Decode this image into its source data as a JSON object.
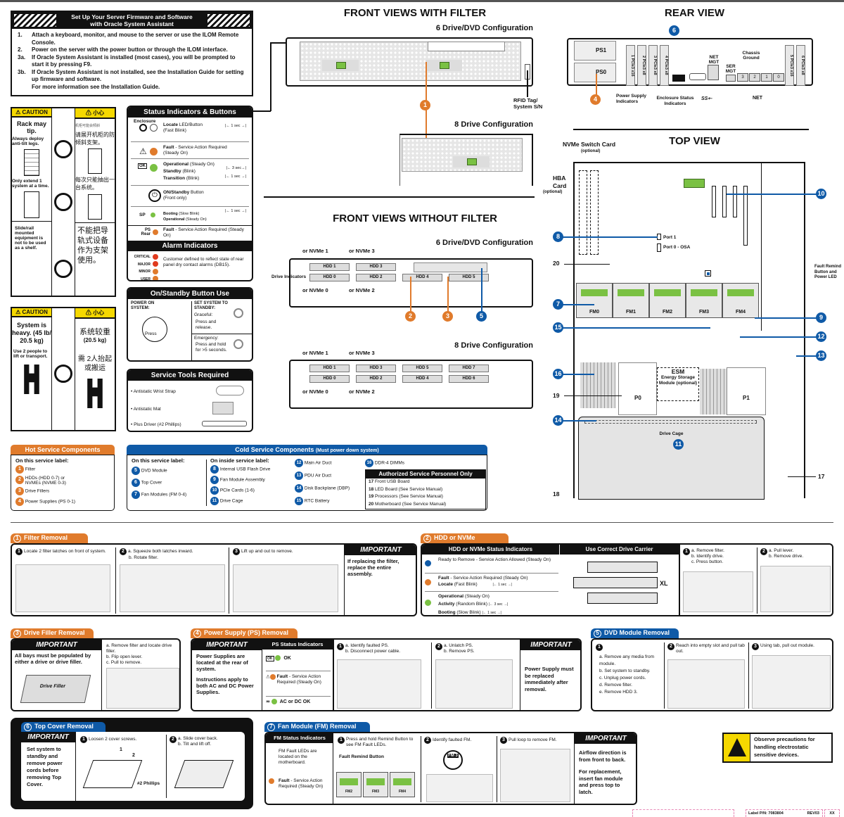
{
  "setup": {
    "title_line1": "Set Up Your Server Firmware and Software",
    "title_line2": "with Oracle System Assistant",
    "steps": [
      {
        "num": "1.",
        "text": "Attach a keyboard, monitor, and mouse to the server or use the ILOM Remote Console."
      },
      {
        "num": "2.",
        "text": "Power on the server with the power button or through the ILOM interface."
      },
      {
        "num": "3a.",
        "text": "If Oracle System Assistant is installed (most cases), you will be prompted to start it by pressing F9."
      },
      {
        "num": "3b.",
        "text": "If Oracle System Assistant is not installed, see the Installation Guide for setting up firmware and software."
      },
      {
        "num": "",
        "text": "For more information see the Installation Guide."
      }
    ]
  },
  "caution_rack": {
    "en_header": "⚠ CAUTION",
    "cn_header": "⚠ 小心",
    "en_title": "Rack may tip.",
    "en_deploy": "Always deploy anti-tilt legs.",
    "en_extend": "Only extend 1 system at a time.",
    "en_shelf": "Slide/rail mounted equipment is not to be used as a shelf.",
    "cn_small": "机柜可能会倾斜",
    "cn_deploy": "请展开机柜的防倾斜支架。",
    "cn_extend": "每次只能抽出一台系统。",
    "cn_shelf": "不能把导轨式设备作为支架使用。",
    "one_label": "1"
  },
  "caution_heavy": {
    "en_header": "⚠ CAUTION",
    "cn_header": "⚠ 小心",
    "en_title": "System is heavy. (45 lb/ 20.5 kg)",
    "en_note": "Use 2 people to lift or transport.",
    "cn_title": "系统较重",
    "cn_weight": "(20.5 kg)",
    "cn_note": "需 2人抬起或搬运"
  },
  "status_panel": {
    "title": "Status Indicators & Buttons",
    "enclosure_label": "Enclosure",
    "rows": [
      {
        "bold": "Locate",
        "text": " LED/Button",
        "sub": "(Fast Blink)",
        "timing": "|← 1 sec →|"
      },
      {
        "bold": "Fault",
        "text": " - Service Action Required",
        "sub": "(Steady On)"
      },
      {
        "bold": "Operational",
        "text": " (Steady On)",
        "sub_bold1": "Standby",
        "sub1": " (Blink)",
        "sub_bold2": "Transition",
        "sub2": " (Blink)",
        "timing1": "|← 3 sec→|",
        "timing2": "|← 1 sec →|"
      },
      {
        "bold": "ON/Standby",
        "text": " Button",
        "sub": "(Front only)"
      },
      {
        "label": "SP",
        "bold": "Booting",
        "text": " (Slow Blink)",
        "sub_bold": "Operational",
        "sub": " (Steady On)",
        "timing": "|← 1 sec →|"
      }
    ],
    "ps_label": "PS Rear",
    "ps_bold": "Fault",
    "ps_text": " - Service Action Required (Steady On)",
    "alarm_title": "Alarm Indicators",
    "alarms": [
      "CRITICAL",
      "MAJOR",
      "MINOR",
      "USER"
    ],
    "alarm_text": "Customer defined to reflect state of rear panel dry contact alarms (DB15).",
    "ok_label": "OK"
  },
  "onstandby": {
    "title": "On/Standby Button Use",
    "power_on": "POWER ON SYSTEM:",
    "press": "Press",
    "set_standby": "SET SYSTEM TO STANDBY:",
    "graceful": "Graceful:",
    "graceful_text": "Press and release.",
    "emergency": "Emergency:",
    "emergency_text": "Press and hold for >5 seconds."
  },
  "tools": {
    "title": "Service Tools Required",
    "items": [
      "• Antistatic Wrist Strap",
      "• Antistatic Mat",
      "• Plus Driver (#2 Phillips)"
    ]
  },
  "hot": {
    "title": "Hot Service Components",
    "subtitle": "On this service label:",
    "items": [
      {
        "n": "1",
        "label": "Filter"
      },
      {
        "n": "2",
        "label": "HDDs (HDD 0-7) or NVMEs (NVME 0-3)"
      },
      {
        "n": "3",
        "label": "Drive Fillers"
      },
      {
        "n": "4",
        "label": "Power Supplies (PS 0-1)"
      }
    ]
  },
  "cold": {
    "title": "Cold Service Components",
    "title_note": "(Must power down system)",
    "col1_title": "On this service label:",
    "col1": [
      {
        "n": "5",
        "label": "DVD Module"
      },
      {
        "n": "6",
        "label": "Top Cover"
      },
      {
        "n": "7",
        "label": "Fan Modules (FM 0-4)"
      }
    ],
    "col2_title": "On inside service label:",
    "col2": [
      {
        "n": "8",
        "label": "Internal USB Flash Drive"
      },
      {
        "n": "9",
        "label": "Fan Module Assembly"
      },
      {
        "n": "10",
        "label": "PCIe Cards (1-6)"
      },
      {
        "n": "11",
        "label": "Drive Cage"
      }
    ],
    "col3": [
      {
        "n": "12",
        "label": "Main Air Duct"
      },
      {
        "n": "13",
        "label": "PDU Air Duct"
      },
      {
        "n": "14",
        "label": "Disk Backplane (DBP)"
      },
      {
        "n": "15",
        "label": "RTC Battery"
      }
    ],
    "col4_item": {
      "n": "16",
      "label": "DDR-4 DIMMs"
    },
    "auth_title": "Authorized Service Personnel Only",
    "auth": [
      {
        "n": "17",
        "label": "Front USB Board"
      },
      {
        "n": "18",
        "label": "LED Board (See Service Manual)"
      },
      {
        "n": "19",
        "label": "Processors (See Service Manual)"
      },
      {
        "n": "20",
        "label": "Motherboard (See Service Manual)"
      }
    ]
  },
  "front_filter": {
    "title": "FRONT VIEWS WITH FILTER",
    "config6": "6 Drive/DVD Configuration",
    "config8": "8 Drive Configuration",
    "rfid": "RFID Tag/ System S/N",
    "callout": "1"
  },
  "front_nofilter": {
    "title": "FRONT VIEWS WITHOUT FILTER",
    "config6": "6 Drive/DVD Configuration",
    "config8": "8 Drive Configuration",
    "drive_indicators": "Drive Indicators",
    "nvme": [
      "or NVMe 1",
      "or NVMe 3",
      "or NVMe 0",
      "or NVMe 2"
    ],
    "hdd6": [
      "HDD 1",
      "HDD 3",
      "HDD 0",
      "HDD 2",
      "HDD 4",
      "HDD 5"
    ],
    "hdd8": [
      "HDD 1",
      "HDD 3",
      "HDD 5",
      "HDD 7",
      "HDD 0",
      "HDD 2",
      "HDD 4",
      "HDD 6"
    ],
    "callouts": [
      "2",
      "3",
      "5"
    ]
  },
  "rear": {
    "title": "REAR VIEW",
    "ps1": "PS1",
    "ps0": "PS0",
    "pcie": [
      "1 PCIe3 x16",
      "2 PCIe3 x8",
      "3 PCIe3 x8",
      "4 PCIe3 x8",
      "5 PCIe3 x16",
      "6 PCIe3 x8"
    ],
    "net_mgt": "NET MGT",
    "ser_mgt": "SER MGT",
    "chassis_ground": "Chassis Ground",
    "net_ports": [
      "3",
      "2",
      "1",
      "0"
    ],
    "net": "NET",
    "psu_indicators": "Power Supply Indicators",
    "enclosure_status": "Enclosure Status Indicators",
    "usb_label": "SS⇠",
    "callout_cover": "6",
    "callout_ps": "4"
  },
  "top": {
    "title": "TOP VIEW",
    "nvme_switch": "NVMe Switch Card",
    "optional": "(optional)",
    "hba": "HBA Card",
    "port1": "Port 1",
    "port0": "Port 0 - OSA",
    "fault_remind": "Fault Remind Button and Power LED",
    "fans": [
      "FM0",
      "FM1",
      "FM2",
      "FM3",
      "FM4"
    ],
    "esm_title": "ESM",
    "esm_text": "Energy Storage Module (optional)",
    "p0": "P0",
    "p1": "P1",
    "drive_cage": "Drive Cage",
    "callouts": {
      "c10": "10",
      "c8": "8",
      "c20": "20",
      "c7": "7",
      "c9": "9",
      "c15": "15",
      "c12": "12",
      "c13": "13",
      "c16": "16",
      "c19": "19",
      "c14": "14",
      "c11": "11",
      "c17": "17",
      "c18": "18"
    }
  },
  "filter_removal": {
    "tab": "Filter Removal",
    "num": "1",
    "step1": "Locate 2 filter latches on front of system.",
    "step2a": "a. Squeeze both latches inward.",
    "step2b": "b. Rotate filter.",
    "step3": "Lift up and out to remove.",
    "important": "IMPORTANT",
    "important_text": "If replacing the filter, replace the entire assembly."
  },
  "hdd_removal": {
    "tab": "HDD or NVMe Removal",
    "num": "2",
    "indicators_title": "HDD or NVMe Status Indicators",
    "ready": "Ready to Remove - Service Action Allowed (Steady On)",
    "fault_bold": "Fault",
    "fault": " - Service Action Required (Steady On)",
    "locate_bold": "Locate",
    "locate": " (Fast Blink)",
    "oper_bold": "Operational",
    "oper": " (Steady On)",
    "activity_bold": "Activity",
    "activity": " (Random Blink)",
    "booting_bold": "Booting",
    "booting": " (Slow Blink)",
    "t1": "|← 1 sec →|",
    "t3": "|← 3 sec →|",
    "carrier_title": "Use Correct Drive Carrier",
    "xl": "XL",
    "step1": "a. Remove filter.\nb. Identify drive.\nc. Press button.",
    "step2": "a. Pull lever.\nb. Remove drive."
  },
  "filler_removal": {
    "tab": "Drive Filler Removal",
    "num": "3",
    "important": "IMPORTANT",
    "important_text": "All bays must be populated by either a drive or drive filler.",
    "filler_label": "Drive Filler",
    "steps": "a. Remove filter and locate drive filler.\nb. Flip open lever.\nc. Pull to remove."
  },
  "ps_removal": {
    "tab": "Power Supply (PS) Removal",
    "num": "4",
    "important": "IMPORTANT",
    "important_text1": "Power Supplies are located at the rear of system.",
    "important_text2": "Instructions apply to both AC and DC Power Supplies.",
    "indicators_title": "PS Status Indicators",
    "ok": "OK",
    "fault_bold": "Fault",
    "fault": " - Service Action Required (Steady On)",
    "acdc": "AC or DC OK",
    "step1": "a. Identify faulted PS.\nb. Disconnect power cable.",
    "step2": "a. Unlatch PS.\nb. Remove PS.",
    "important2": "IMPORTANT",
    "important2_text": "Power Supply must be replaced immediately after removal."
  },
  "dvd_removal": {
    "tab": "DVD Module Removal",
    "num": "5",
    "step1": "a. Remove any media from module.\nb. Set system to standby.\nc. Unplug power cords.\nd. Remove filter.\ne. Remove HDD 3.",
    "step2": "Reach into empty slot and pull tab out.",
    "step3": "Using tab, pull out module."
  },
  "cover_removal": {
    "tab": "Top Cover Removal",
    "num": "6",
    "important": "IMPORTANT",
    "important_text": "Set system to standby and remove power cords before removing Top Cover.",
    "step1": "Loosen 2 cover screws.",
    "screw1": "1",
    "screw2": "2",
    "phillips": "#2 Phillips",
    "step2": "a. Slide cover back.\nb. Tilt and lift off."
  },
  "fan_removal": {
    "tab": "Fan Module (FM) Removal",
    "num": "7",
    "indicators_title": "FM Status Indicators",
    "led_note": "FM Fault LEDs are located on the motherboard.",
    "fault_bold": "Fault",
    "fault": " - Service Action Required (Steady On)",
    "step1": "Press and hold Remind Button to see FM Fault LEDs.",
    "fault_remind_button": "Fault Remind Button",
    "fans": [
      "FM2",
      "FM3",
      "FM4"
    ],
    "step2": "Identify faulted FM.",
    "fm3": "FM 3",
    "step3": "Pull loop to remove FM.",
    "important": "IMPORTANT",
    "important_text1": "Airflow direction is from front to back.",
    "important_text2": "For replacement, insert fan module and press top to latch."
  },
  "esd": {
    "text": "Observe precautions for handling electrostatic sensitive devices."
  },
  "footer": {
    "pn": "Label P/N: 7083804",
    "rev": "REV03",
    "xx": "XX"
  },
  "colors": {
    "hot": "#e07b2c",
    "cold": "#0f5aa7",
    "led_green": "#7ac143",
    "caution": "#f5d800"
  }
}
